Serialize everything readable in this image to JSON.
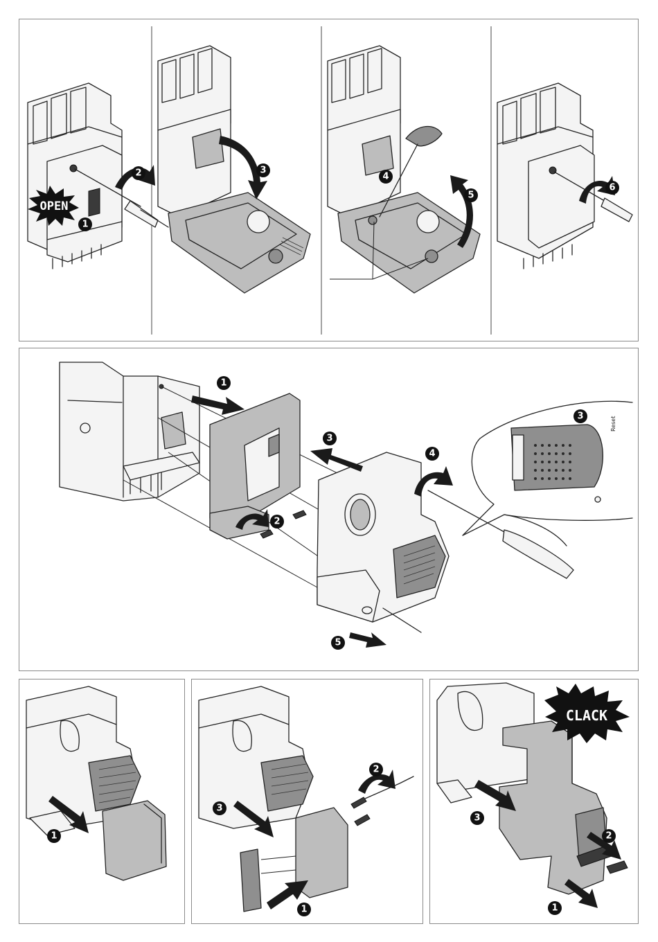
{
  "labels": {
    "open": "OPEN",
    "clack": "CLACK",
    "reset": "Reset"
  },
  "steps": {
    "one": "1",
    "two": "2",
    "three": "3",
    "four": "4",
    "five": "5",
    "six": "6"
  },
  "colors": {
    "line": "#222222",
    "fill_light": "#f4f4f4",
    "fill_grey": "#bdbdbd",
    "fill_dark": "#8f8f8f",
    "badge": "#111111",
    "border": "#8a8a8a"
  }
}
